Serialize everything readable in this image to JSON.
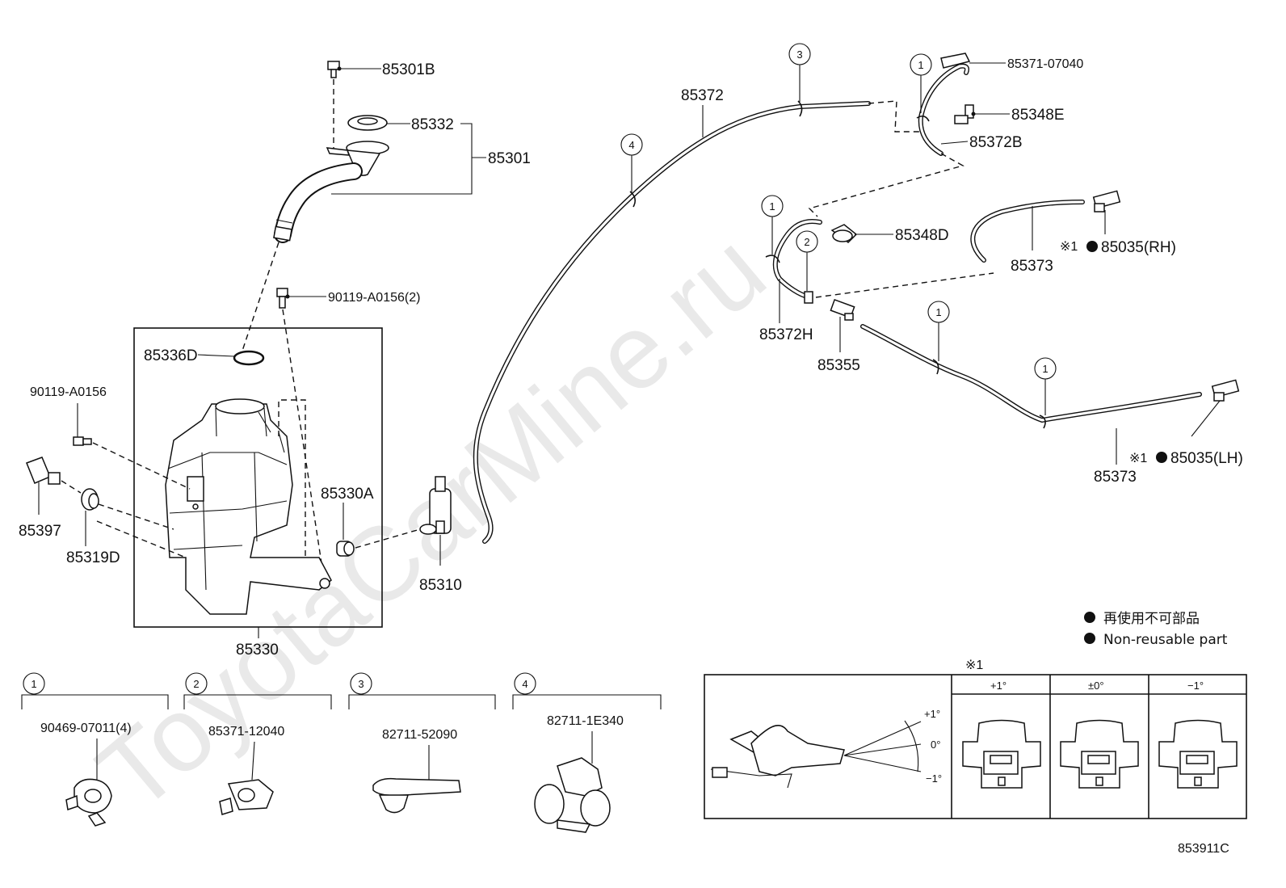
{
  "watermark": "ToyotaCarMine.ru",
  "diagram_code": "853911C",
  "legend": {
    "japanese": "再使用不可部品",
    "english": "Non-reusable part"
  },
  "note_marker": "※1",
  "parts": {
    "p85301B": "85301B",
    "p85332": "85332",
    "p85301": "85301",
    "p90119A0156_2": "90119-A0156(2)",
    "p85336D": "85336D",
    "p90119A0156": "90119-A0156",
    "p85397": "85397",
    "p85319D": "85319D",
    "p85330A": "85330A",
    "p85330": "85330",
    "p85310": "85310",
    "p85372": "85372",
    "p85371_07040": "85371-07040",
    "p85348E": "85348E",
    "p85372B": "85372B",
    "p85348D": "85348D",
    "p85373_rh": "85373",
    "p85035_rh": "85035(RH)",
    "p85372H": "85372H",
    "p85355": "85355",
    "p85373_lh": "85373",
    "p85035_lh": "85035(LH)"
  },
  "callouts": [
    "1",
    "2",
    "3",
    "4"
  ],
  "clip_groups": [
    {
      "callout": "1",
      "part": "90469-07011(4)"
    },
    {
      "callout": "2",
      "part": "85371-12040"
    },
    {
      "callout": "3",
      "part": "82711-52090"
    },
    {
      "callout": "4",
      "part": "82711-1E340"
    }
  ],
  "angle_table": {
    "headers": [
      "+1°",
      "±0°",
      "−1°"
    ],
    "angles": [
      "+1°",
      "0°",
      "−1°"
    ]
  }
}
